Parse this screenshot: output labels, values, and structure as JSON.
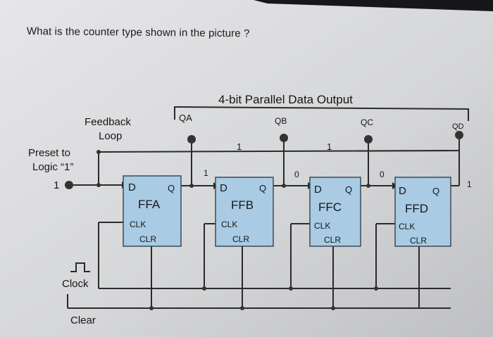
{
  "question": "What is the counter type shown in the picture ?",
  "diagram": {
    "output_title": "4-bit Parallel Data Output",
    "outputs": [
      "QA",
      "QB",
      "QC",
      "QD"
    ],
    "feedback_label": [
      "Feedback",
      "Loop"
    ],
    "preset_label": [
      "Preset to",
      "Logic “1”"
    ],
    "preset_value": "1",
    "flip_flops": [
      {
        "name": "FFA",
        "d": "D",
        "q": "Q",
        "clk": "CLK",
        "clr": "CLR"
      },
      {
        "name": "FFB",
        "d": "D",
        "q": "Q",
        "clk": "CLK",
        "clr": "CLR"
      },
      {
        "name": "FFC",
        "d": "D",
        "q": "Q",
        "clk": "CLK",
        "clr": "CLR"
      },
      {
        "name": "FFD",
        "d": "D",
        "q": "Q",
        "clk": "CLK",
        "clr": "CLR"
      }
    ],
    "bit_labels": {
      "line_b": "1",
      "line_c": "1",
      "in_b": "1",
      "in_c": "0",
      "in_d": "0",
      "out_d": "1"
    },
    "clock_label": "Clock",
    "clear_label": "Clear",
    "colors": {
      "ff_fill": "#a9cbe4",
      "ff_stroke": "#3c4a58",
      "wire": "#2a2a2a",
      "background": "#d9dadc"
    }
  }
}
